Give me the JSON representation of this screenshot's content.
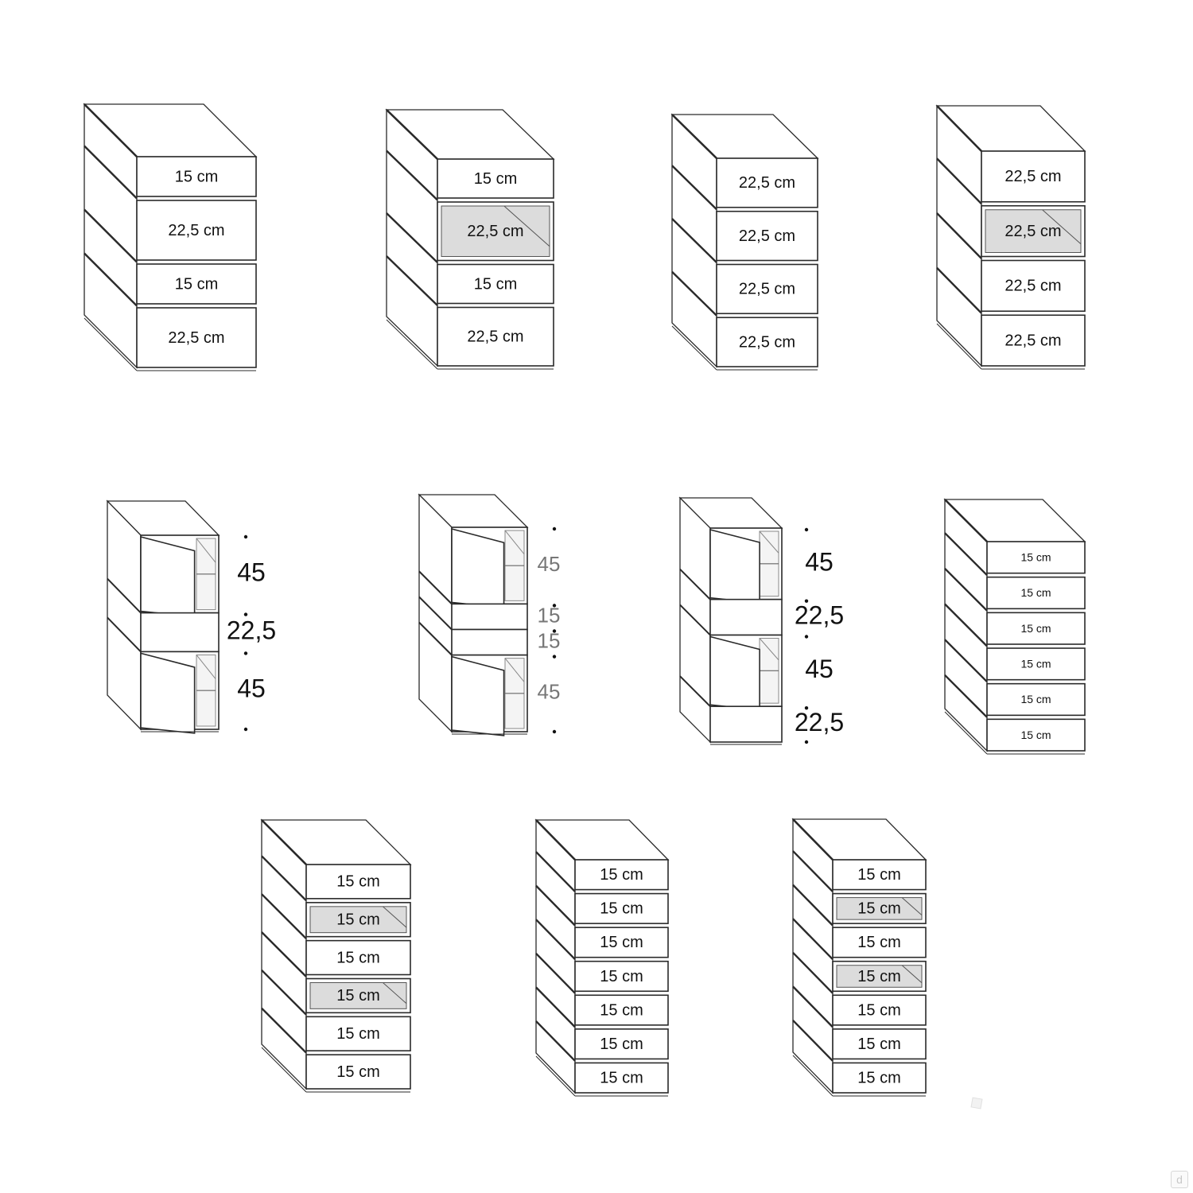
{
  "units_cm": "cm",
  "watermark_text": "d",
  "drawer_units": [
    {
      "modules": [
        {
          "label": "15 cm",
          "h": 15,
          "shaded": false
        },
        {
          "label": "22,5 cm",
          "h": 22.5,
          "shaded": false
        },
        {
          "label": "15 cm",
          "h": 15,
          "shaded": false
        },
        {
          "label": "22,5 cm",
          "h": 22.5,
          "shaded": false
        }
      ]
    },
    {
      "modules": [
        {
          "label": "15 cm",
          "h": 15,
          "shaded": false
        },
        {
          "label": "22,5 cm",
          "h": 22.5,
          "shaded": true
        },
        {
          "label": "15 cm",
          "h": 15,
          "shaded": false
        },
        {
          "label": "22,5 cm",
          "h": 22.5,
          "shaded": false
        }
      ]
    },
    {
      "modules": [
        {
          "label": "22,5 cm",
          "h": 22.5,
          "shaded": false
        },
        {
          "label": "22,5 cm",
          "h": 22.5,
          "shaded": false
        },
        {
          "label": "22,5 cm",
          "h": 22.5,
          "shaded": false
        },
        {
          "label": "22,5 cm",
          "h": 22.5,
          "shaded": false
        }
      ]
    },
    {
      "modules": [
        {
          "label": "22,5 cm",
          "h": 22.5,
          "shaded": false
        },
        {
          "label": "22,5 cm",
          "h": 22.5,
          "shaded": true
        },
        {
          "label": "22,5 cm",
          "h": 22.5,
          "shaded": false
        },
        {
          "label": "22,5 cm",
          "h": 22.5,
          "shaded": false
        }
      ]
    },
    {
      "modules": [
        {
          "label": "15 cm",
          "h": 15,
          "shaded": false
        },
        {
          "label": "15 cm",
          "h": 15,
          "shaded": false
        },
        {
          "label": "15 cm",
          "h": 15,
          "shaded": false
        },
        {
          "label": "15 cm",
          "h": 15,
          "shaded": false
        },
        {
          "label": "15 cm",
          "h": 15,
          "shaded": false
        },
        {
          "label": "15 cm",
          "h": 15,
          "shaded": false
        }
      ]
    },
    {
      "modules": [
        {
          "label": "15 cm",
          "h": 15,
          "shaded": false
        },
        {
          "label": "15 cm",
          "h": 15,
          "shaded": true
        },
        {
          "label": "15 cm",
          "h": 15,
          "shaded": false
        },
        {
          "label": "15 cm",
          "h": 15,
          "shaded": true
        },
        {
          "label": "15 cm",
          "h": 15,
          "shaded": false
        },
        {
          "label": "15 cm",
          "h": 15,
          "shaded": false
        }
      ]
    },
    {
      "modules": [
        {
          "label": "15 cm",
          "h": 15,
          "shaded": false
        },
        {
          "label": "15 cm",
          "h": 15,
          "shaded": false
        },
        {
          "label": "15 cm",
          "h": 15,
          "shaded": false
        },
        {
          "label": "15 cm",
          "h": 15,
          "shaded": false
        },
        {
          "label": "15 cm",
          "h": 15,
          "shaded": false
        },
        {
          "label": "15 cm",
          "h": 15,
          "shaded": false
        },
        {
          "label": "15 cm",
          "h": 15,
          "shaded": false
        }
      ]
    },
    {
      "modules": [
        {
          "label": "15 cm",
          "h": 15,
          "shaded": false
        },
        {
          "label": "15 cm",
          "h": 15,
          "shaded": true
        },
        {
          "label": "15 cm",
          "h": 15,
          "shaded": false
        },
        {
          "label": "15 cm",
          "h": 15,
          "shaded": true
        },
        {
          "label": "15 cm",
          "h": 15,
          "shaded": false
        },
        {
          "label": "15 cm",
          "h": 15,
          "shaded": false
        },
        {
          "label": "15 cm",
          "h": 15,
          "shaded": false
        }
      ]
    }
  ],
  "door_units": [
    {
      "modules": [
        {
          "label": "45",
          "type": "door"
        },
        {
          "label": "22,5",
          "type": "panel"
        },
        {
          "label": "45",
          "type": "door"
        }
      ]
    },
    {
      "modules": [
        {
          "label": "45",
          "type": "door"
        },
        {
          "label": "15",
          "type": "panel"
        },
        {
          "label": "15",
          "type": "panel"
        },
        {
          "label": "45",
          "type": "door"
        }
      ]
    },
    {
      "modules": [
        {
          "label": "45",
          "type": "door"
        },
        {
          "label": "22,5",
          "type": "panel"
        },
        {
          "label": "45",
          "type": "door"
        },
        {
          "label": "22,5",
          "type": "panel"
        }
      ]
    }
  ],
  "colors": {
    "stroke": "#2a2a2a",
    "shaded_fill": "#dcdcdc",
    "face": "#ffffff",
    "dim_text": "#111111",
    "dim_text_light": "#777777"
  }
}
